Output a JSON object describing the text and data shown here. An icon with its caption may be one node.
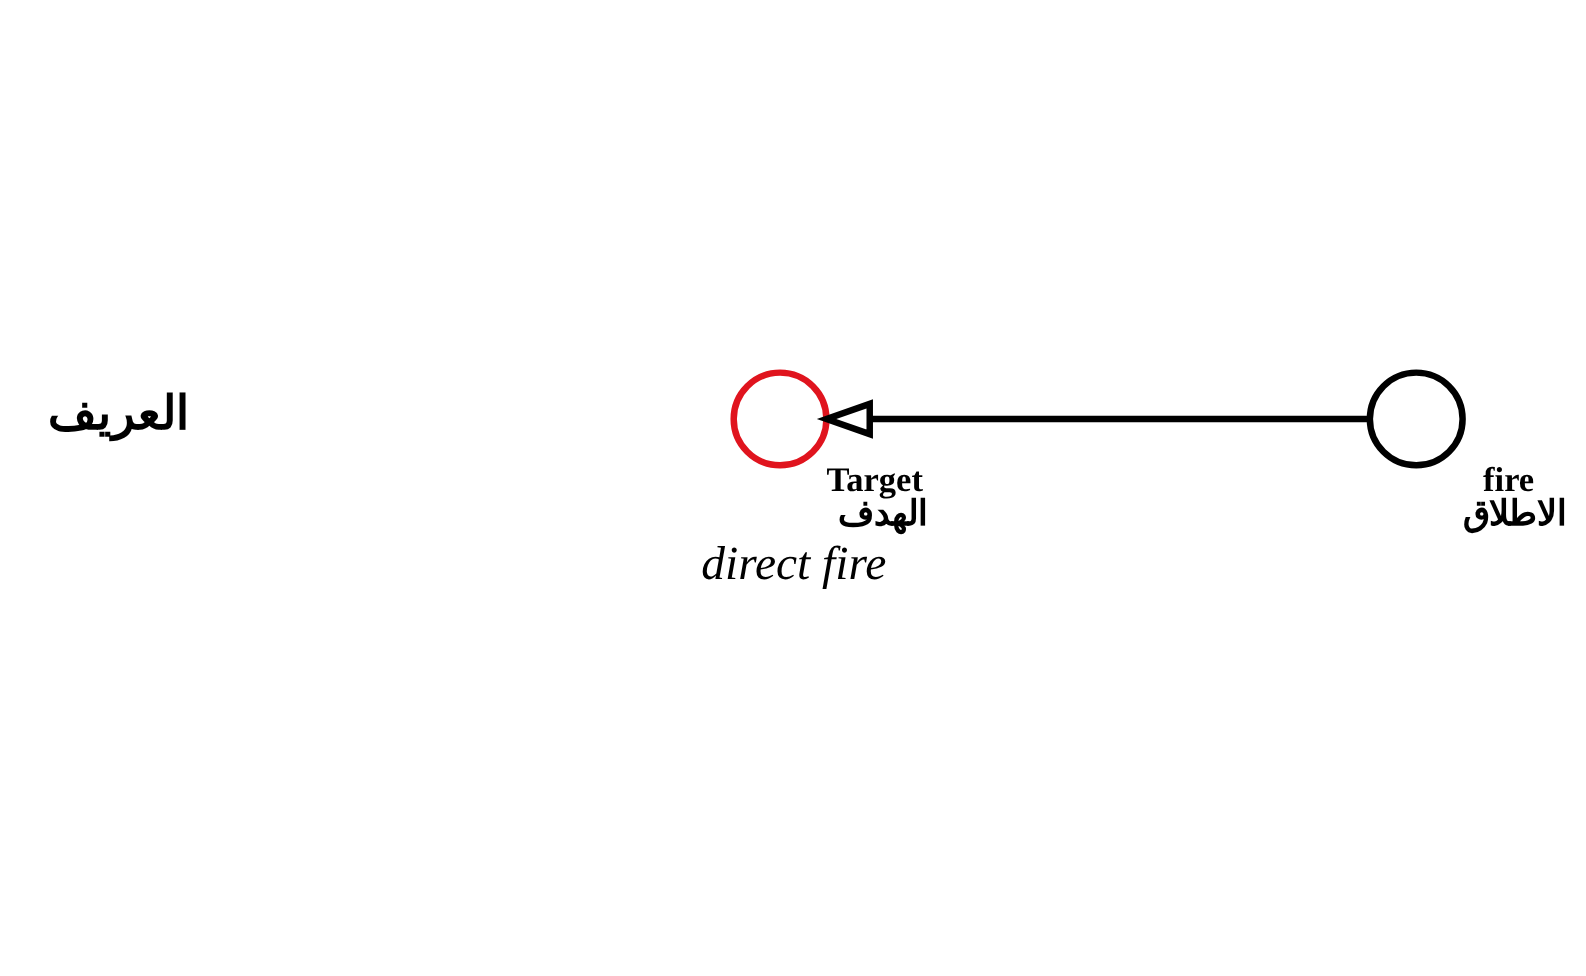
{
  "diagram": {
    "caption": "direct fire",
    "nodes": [
      {
        "text": [],
        "shape": "circle",
        "beside": [
          "Target",
          "الهدف"
        ]
      },
      {
        "text": [],
        "shape": "circle",
        "beside": [
          "fire",
          "الاطلاق"
        ]
      }
    ],
    "edges": [
      {
        "from": 1,
        "to": 0,
        "arrow": "to"
      }
    ],
    "labels": [
      "العريف"
    ]
  }
}
